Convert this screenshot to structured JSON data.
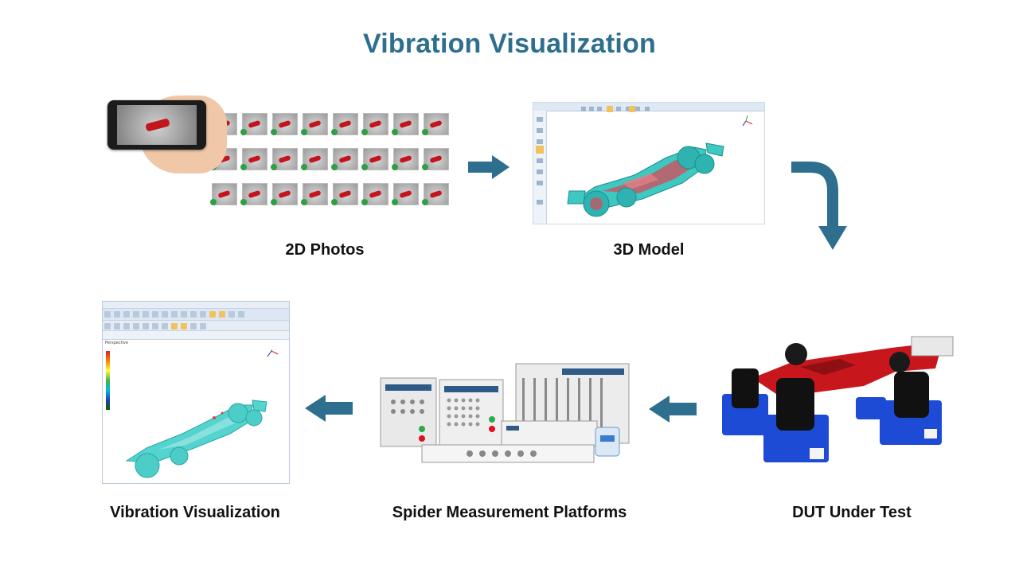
{
  "title": "Vibration Visualization",
  "captions": {
    "photos": "2D Photos",
    "model": "3D Model",
    "dut": "DUT Under Test",
    "spider": "Spider Measurement Platforms",
    "viz": "Vibration Visualization"
  },
  "colors": {
    "title": "#2e6e8e",
    "arrow": "#2e6e8e"
  },
  "flow_order": [
    "2D Photos",
    "3D Model",
    "DUT Under Test",
    "Spider Measurement Platforms",
    "Vibration Visualization"
  ],
  "viz_panel": {
    "view_label": "Perspective"
  }
}
